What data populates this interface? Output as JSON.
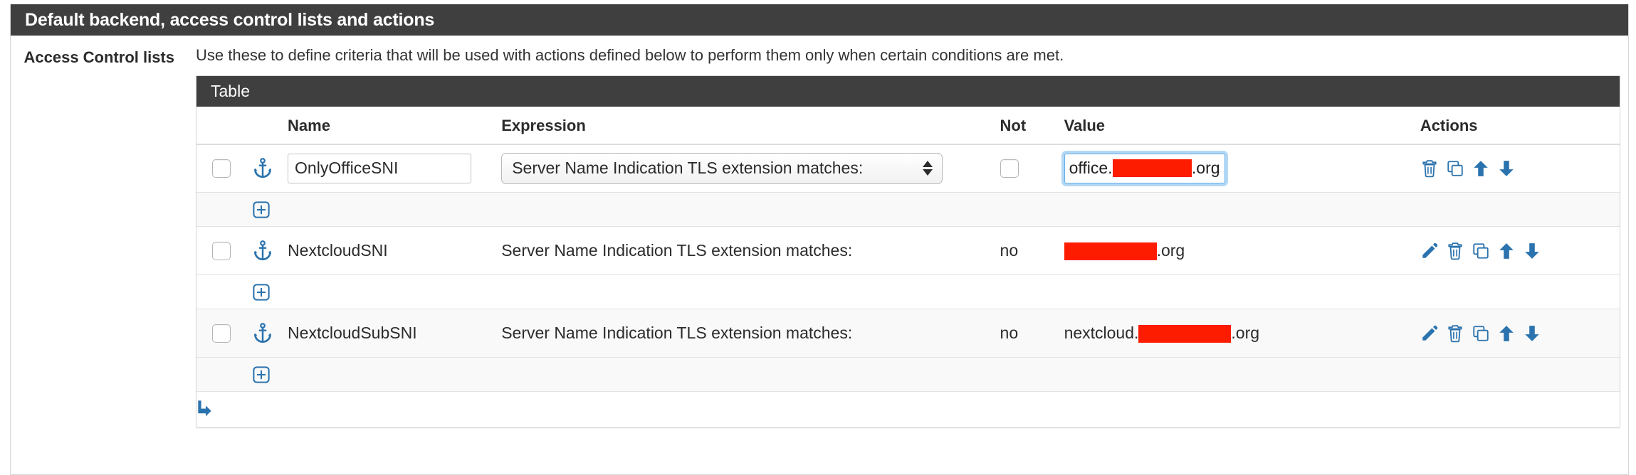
{
  "panel": {
    "title": "Default backend, access control lists and actions"
  },
  "form": {
    "label": "Access Control lists",
    "help_text": "Use these to define criteria that will be used with actions defined below to perform them only when certain conditions are met."
  },
  "table": {
    "caption": "Table",
    "columns": {
      "select": "",
      "move": "",
      "name": "Name",
      "expression": "Expression",
      "not": "Not",
      "value": "Value",
      "actions": "Actions"
    },
    "add_button_label": "+",
    "rows": [
      {
        "editing": true,
        "name": "OnlyOfficeSNI",
        "expression": "Server Name Indication TLS extension matches:",
        "not": "",
        "not_checked": false,
        "value_prefix": "office.",
        "value_redacted": true,
        "value_suffix": ".org",
        "actions": [
          "delete-icon",
          "clone-icon",
          "move-up-icon",
          "move-down-icon"
        ]
      },
      {
        "editing": false,
        "name": "NextcloudSNI",
        "expression": "Server Name Indication TLS extension matches:",
        "not": "no",
        "not_checked": false,
        "value_prefix": "",
        "value_redacted": true,
        "value_suffix": ".org",
        "actions": [
          "edit-icon",
          "delete-icon",
          "clone-icon",
          "move-up-icon",
          "move-down-icon"
        ]
      },
      {
        "editing": false,
        "name": "NextcloudSubSNI",
        "expression": "Server Name Indication TLS extension matches:",
        "not": "no",
        "not_checked": false,
        "value_prefix": "nextcloud.",
        "value_redacted": true,
        "value_suffix": ".org",
        "actions": [
          "edit-icon",
          "delete-icon",
          "clone-icon",
          "move-up-icon",
          "move-down-icon"
        ]
      }
    ]
  },
  "colors": {
    "header_bg": "#3f3f3f",
    "icon_blue": "#2b73ae",
    "redaction": "#fd1c00",
    "focus_ring": "#66afe9"
  }
}
